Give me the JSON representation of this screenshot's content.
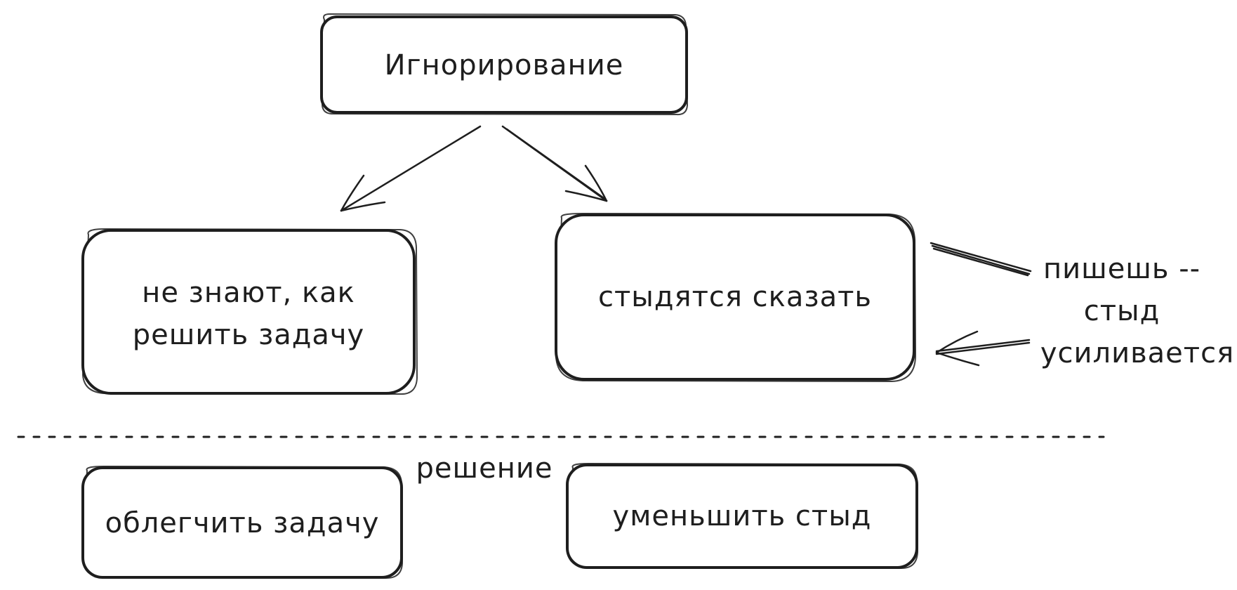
{
  "nodes": {
    "ignoring": "Игнорирование",
    "dont_know_line1": "не знают, как",
    "dont_know_line2": "решить задачу",
    "ashamed": "стыдятся сказать",
    "simplify": "облегчить задачу",
    "reduce_shame": "уменьшить стыд"
  },
  "labels": {
    "loop_line1": "пишешь --",
    "loop_line2": "стыд",
    "loop_line3": "усиливается",
    "solution": "решение"
  },
  "colors": {
    "stroke": "#1e1e1e",
    "background": "#ffffff"
  }
}
